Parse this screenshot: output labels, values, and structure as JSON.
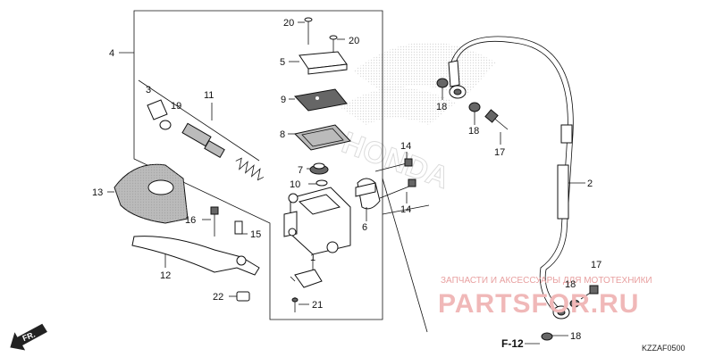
{
  "watermark": {
    "line1": "ЗАПЧАСТИ И АКСЕССУАРЫ ДЛЯ МОТОТЕХНИКИ",
    "line2": "PARTSFOR.RU"
  },
  "diagram_code": "KZZAF0500",
  "ref_label": "F-12",
  "front_arrow": "FR.",
  "callouts": {
    "p1": "1",
    "p2": "2",
    "p3": "3",
    "p4": "4",
    "p5": "5",
    "p6": "6",
    "p7": "7",
    "p8": "8",
    "p9": "9",
    "p10": "10",
    "p11": "11",
    "p12": "12",
    "p13": "13",
    "p14a": "14",
    "p14b": "14",
    "p15": "15",
    "p16": "16",
    "p17a": "17",
    "p17b": "17",
    "p18a": "18",
    "p18b": "18",
    "p18c": "18",
    "p18d": "18",
    "p19": "19",
    "p20a": "20",
    "p20b": "20",
    "p21": "21",
    "p22": "22"
  }
}
